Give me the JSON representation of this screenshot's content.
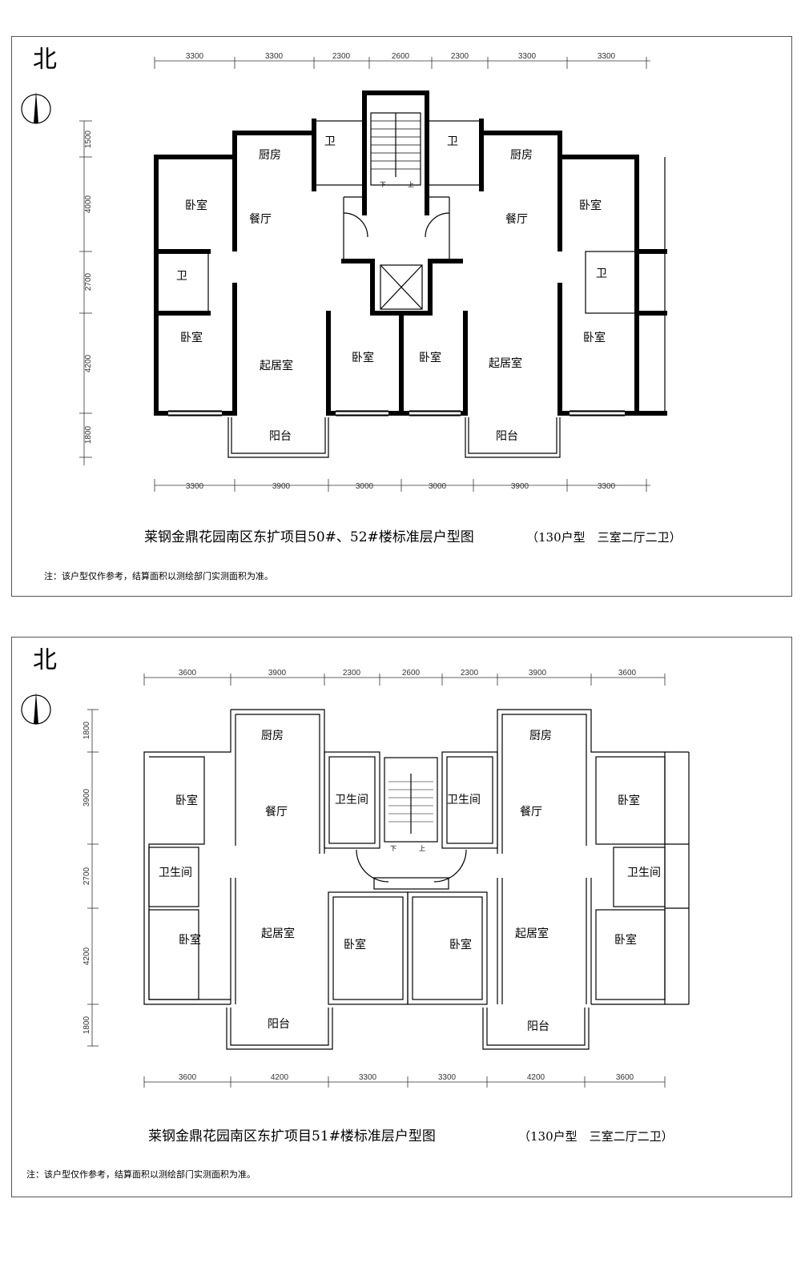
{
  "north_label": "北",
  "plan1": {
    "title": "莱钢金鼎花园南区东扩项目50#、52#楼标准层户型图",
    "subtitle": "（130户型　三室二厅二卫）",
    "note": "注：该户型仅作参考，结算面积以测绘部门实测面积为准。",
    "top_dims": [
      "3300",
      "3300",
      "2300",
      "2600",
      "2300",
      "3300",
      "3300"
    ],
    "bottom_dims": [
      "3300",
      "3900",
      "3000",
      "3000",
      "3900",
      "3300"
    ],
    "left_dims": [
      "1500",
      "4000",
      "2700",
      "4200",
      "1800"
    ],
    "rooms": {
      "kitchen_l": "厨房",
      "dining_l": "餐厅",
      "bath_top_l": "卫",
      "bed_nw_l": "卧室",
      "bath_w_l": "卫",
      "bed_sw_l": "卧室",
      "living_l": "起居室",
      "bed_c_l": "卧室",
      "balcony_l": "阳台",
      "kitchen_r": "厨房",
      "dining_r": "餐厅",
      "bath_top_r": "卫",
      "bed_ne_r": "卧室",
      "bath_e_r": "卫",
      "bed_se_r": "卧室",
      "living_r": "起居室",
      "bed_c_r": "卧室",
      "balcony_r": "阳台",
      "stair_down": "下",
      "stair_up": "上"
    }
  },
  "plan2": {
    "title": "莱钢金鼎花园南区东扩项目51#楼标准层户型图",
    "subtitle": "（130户型　三室二厅二卫）",
    "note": "注：该户型仅作参考，结算面积以测绘部门实测面积为准。",
    "top_dims": [
      "3600",
      "3900",
      "2300",
      "2600",
      "2300",
      "3900",
      "3600"
    ],
    "bottom_dims": [
      "3600",
      "4200",
      "3300",
      "3300",
      "4200",
      "3600"
    ],
    "left_dims": [
      "1800",
      "3900",
      "2700",
      "4200",
      "1800"
    ],
    "rooms": {
      "kitchen_l": "厨房",
      "dining_l": "餐厅",
      "bath_top_l": "卫生间",
      "bed_nw_l": "卧室",
      "bath_w_l": "卫生间",
      "bed_sw_l": "卧室",
      "living_l": "起居室",
      "bed_c_l": "卧室",
      "balcony_l": "阳台",
      "kitchen_r": "厨房",
      "dining_r": "餐厅",
      "bath_top_r": "卫生间",
      "bed_ne_r": "卧室",
      "bath_e_r": "卫生间",
      "bed_se_r": "卧室",
      "living_r": "起居室",
      "bed_c_r": "卧室",
      "balcony_r": "阳台",
      "stair_down": "下",
      "stair_up": "上"
    }
  }
}
